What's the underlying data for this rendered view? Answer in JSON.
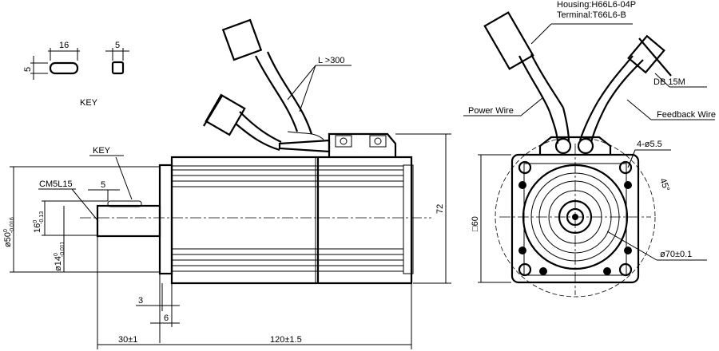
{
  "key_detail": {
    "width_dim": "16",
    "height_dim": "5",
    "side_dim": "5",
    "label": "KEY"
  },
  "cable_length": "L >300",
  "side_view": {
    "key_label": "KEY",
    "thread_label": "CM5L15",
    "key_width": "5",
    "flange_dia": {
      "main": "ø50",
      "upper": "0",
      "lower": "-0.016"
    },
    "key_height": {
      "main": "16",
      "upper": "0",
      "lower": "-0.13"
    },
    "shaft_dia": {
      "main": "ø14",
      "upper": "0",
      "lower": "-0.011"
    },
    "flange_thickness": "3",
    "flange_offset": "6",
    "shaft_length": "30±1",
    "body_length": "120±1.5",
    "height": "72"
  },
  "front_view": {
    "housing": "Housing:H66L6-04P",
    "terminal": "Terminal:T66L6-B",
    "connector": "DB 15M",
    "power_wire": "Power Wire",
    "feedback_wire": "Feedback Wire",
    "holes": "4-ø5.5",
    "angle": "45°",
    "square": "□60",
    "pcd": "ø70±0.1"
  }
}
